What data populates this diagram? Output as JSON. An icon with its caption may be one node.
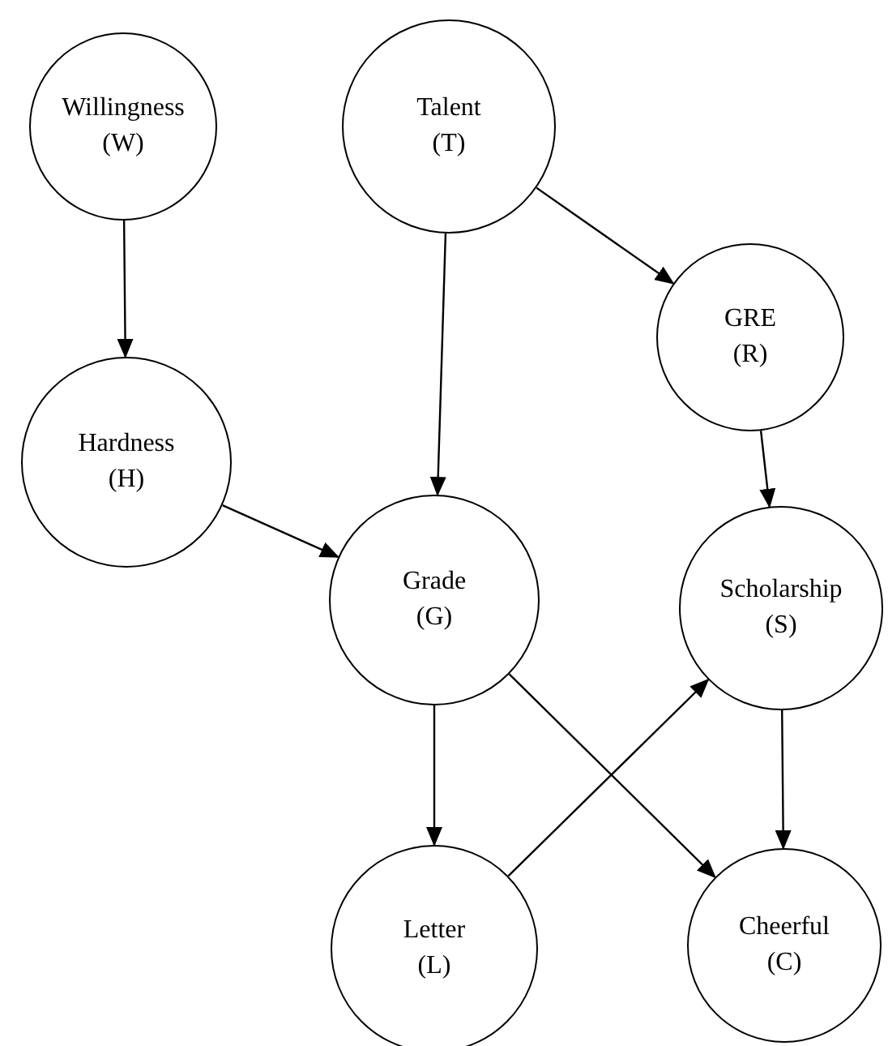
{
  "diagram": {
    "nodes": [
      {
        "text": [
          "Willingness",
          "(W)"
        ]
      },
      {
        "text": [
          "Talent",
          "(T)"
        ]
      },
      {
        "text": [
          "GRE",
          "(R)"
        ]
      },
      {
        "text": [
          "Hardness",
          "(H)"
        ]
      },
      {
        "text": [
          "Grade",
          "(G)"
        ]
      },
      {
        "text": [
          "Scholarship",
          "(S)"
        ]
      },
      {
        "text": [
          "Letter",
          "(L)"
        ]
      },
      {
        "text": [
          "Cheerful",
          "(C)"
        ]
      }
    ],
    "edges": [
      {
        "from": 0,
        "to": 3,
        "arrow": "to"
      },
      {
        "from": 1,
        "to": 4,
        "arrow": "to"
      },
      {
        "from": 1,
        "to": 2,
        "arrow": "to"
      },
      {
        "from": 3,
        "to": 4,
        "arrow": "to"
      },
      {
        "from": 2,
        "to": 5,
        "arrow": "to"
      },
      {
        "from": 4,
        "to": 6,
        "arrow": "to"
      },
      {
        "from": 4,
        "to": 7,
        "arrow": "to"
      },
      {
        "from": 6,
        "to": 5,
        "arrow": "to"
      },
      {
        "from": 5,
        "to": 7,
        "arrow": "to"
      }
    ]
  }
}
